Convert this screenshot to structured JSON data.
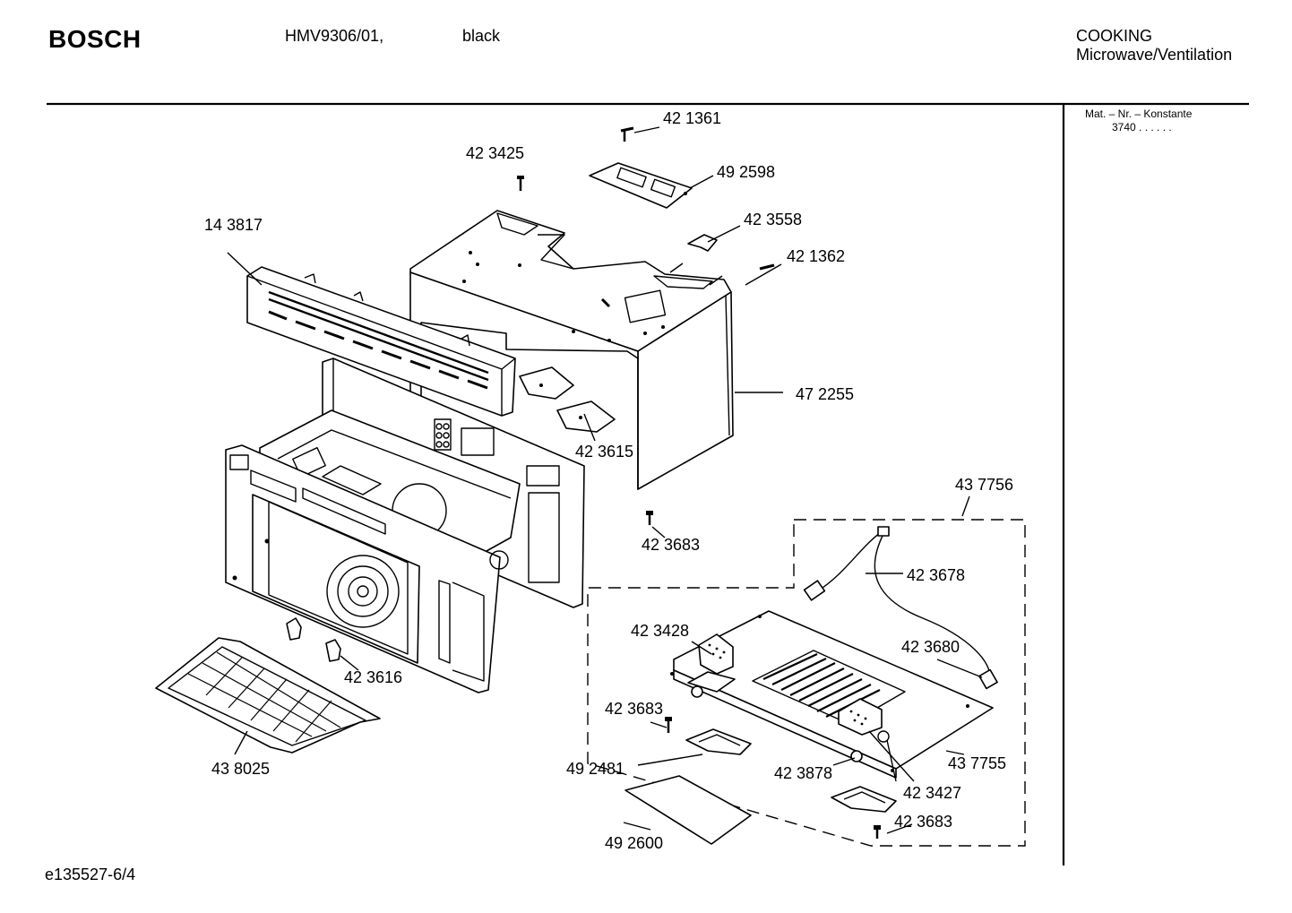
{
  "header": {
    "brand": "BOSCH",
    "model": "HMV9306/01,",
    "color": "black",
    "category": "COOKING",
    "subcategory": "Microwave/Ventilation"
  },
  "sidebar": {
    "mat_title": "Mat. – Nr. – Konstante",
    "mat_value": "3740  .  .  .  .  .  ."
  },
  "footer": {
    "code": "e135527-6/4"
  },
  "parts": {
    "p421361": "42 1361",
    "p423425": "42 3425",
    "p492598": "49 2598",
    "p143817": "14 3817",
    "p423558": "42 3558",
    "p421362": "42 1362",
    "p472255": "47 2255",
    "p423615": "42 3615",
    "p437756": "43 7756",
    "p423683a": "42 3683",
    "p423678": "42 3678",
    "p423428": "42 3428",
    "p423680": "42 3680",
    "p423616": "42 3616",
    "p423683b": "42 3683",
    "p438025": "43 8025",
    "p492481": "49 2481",
    "p423878": "42 3878",
    "p437755": "43 7755",
    "p423427": "42 3427",
    "p423683c": "42 3683",
    "p492600": "49 2600"
  }
}
